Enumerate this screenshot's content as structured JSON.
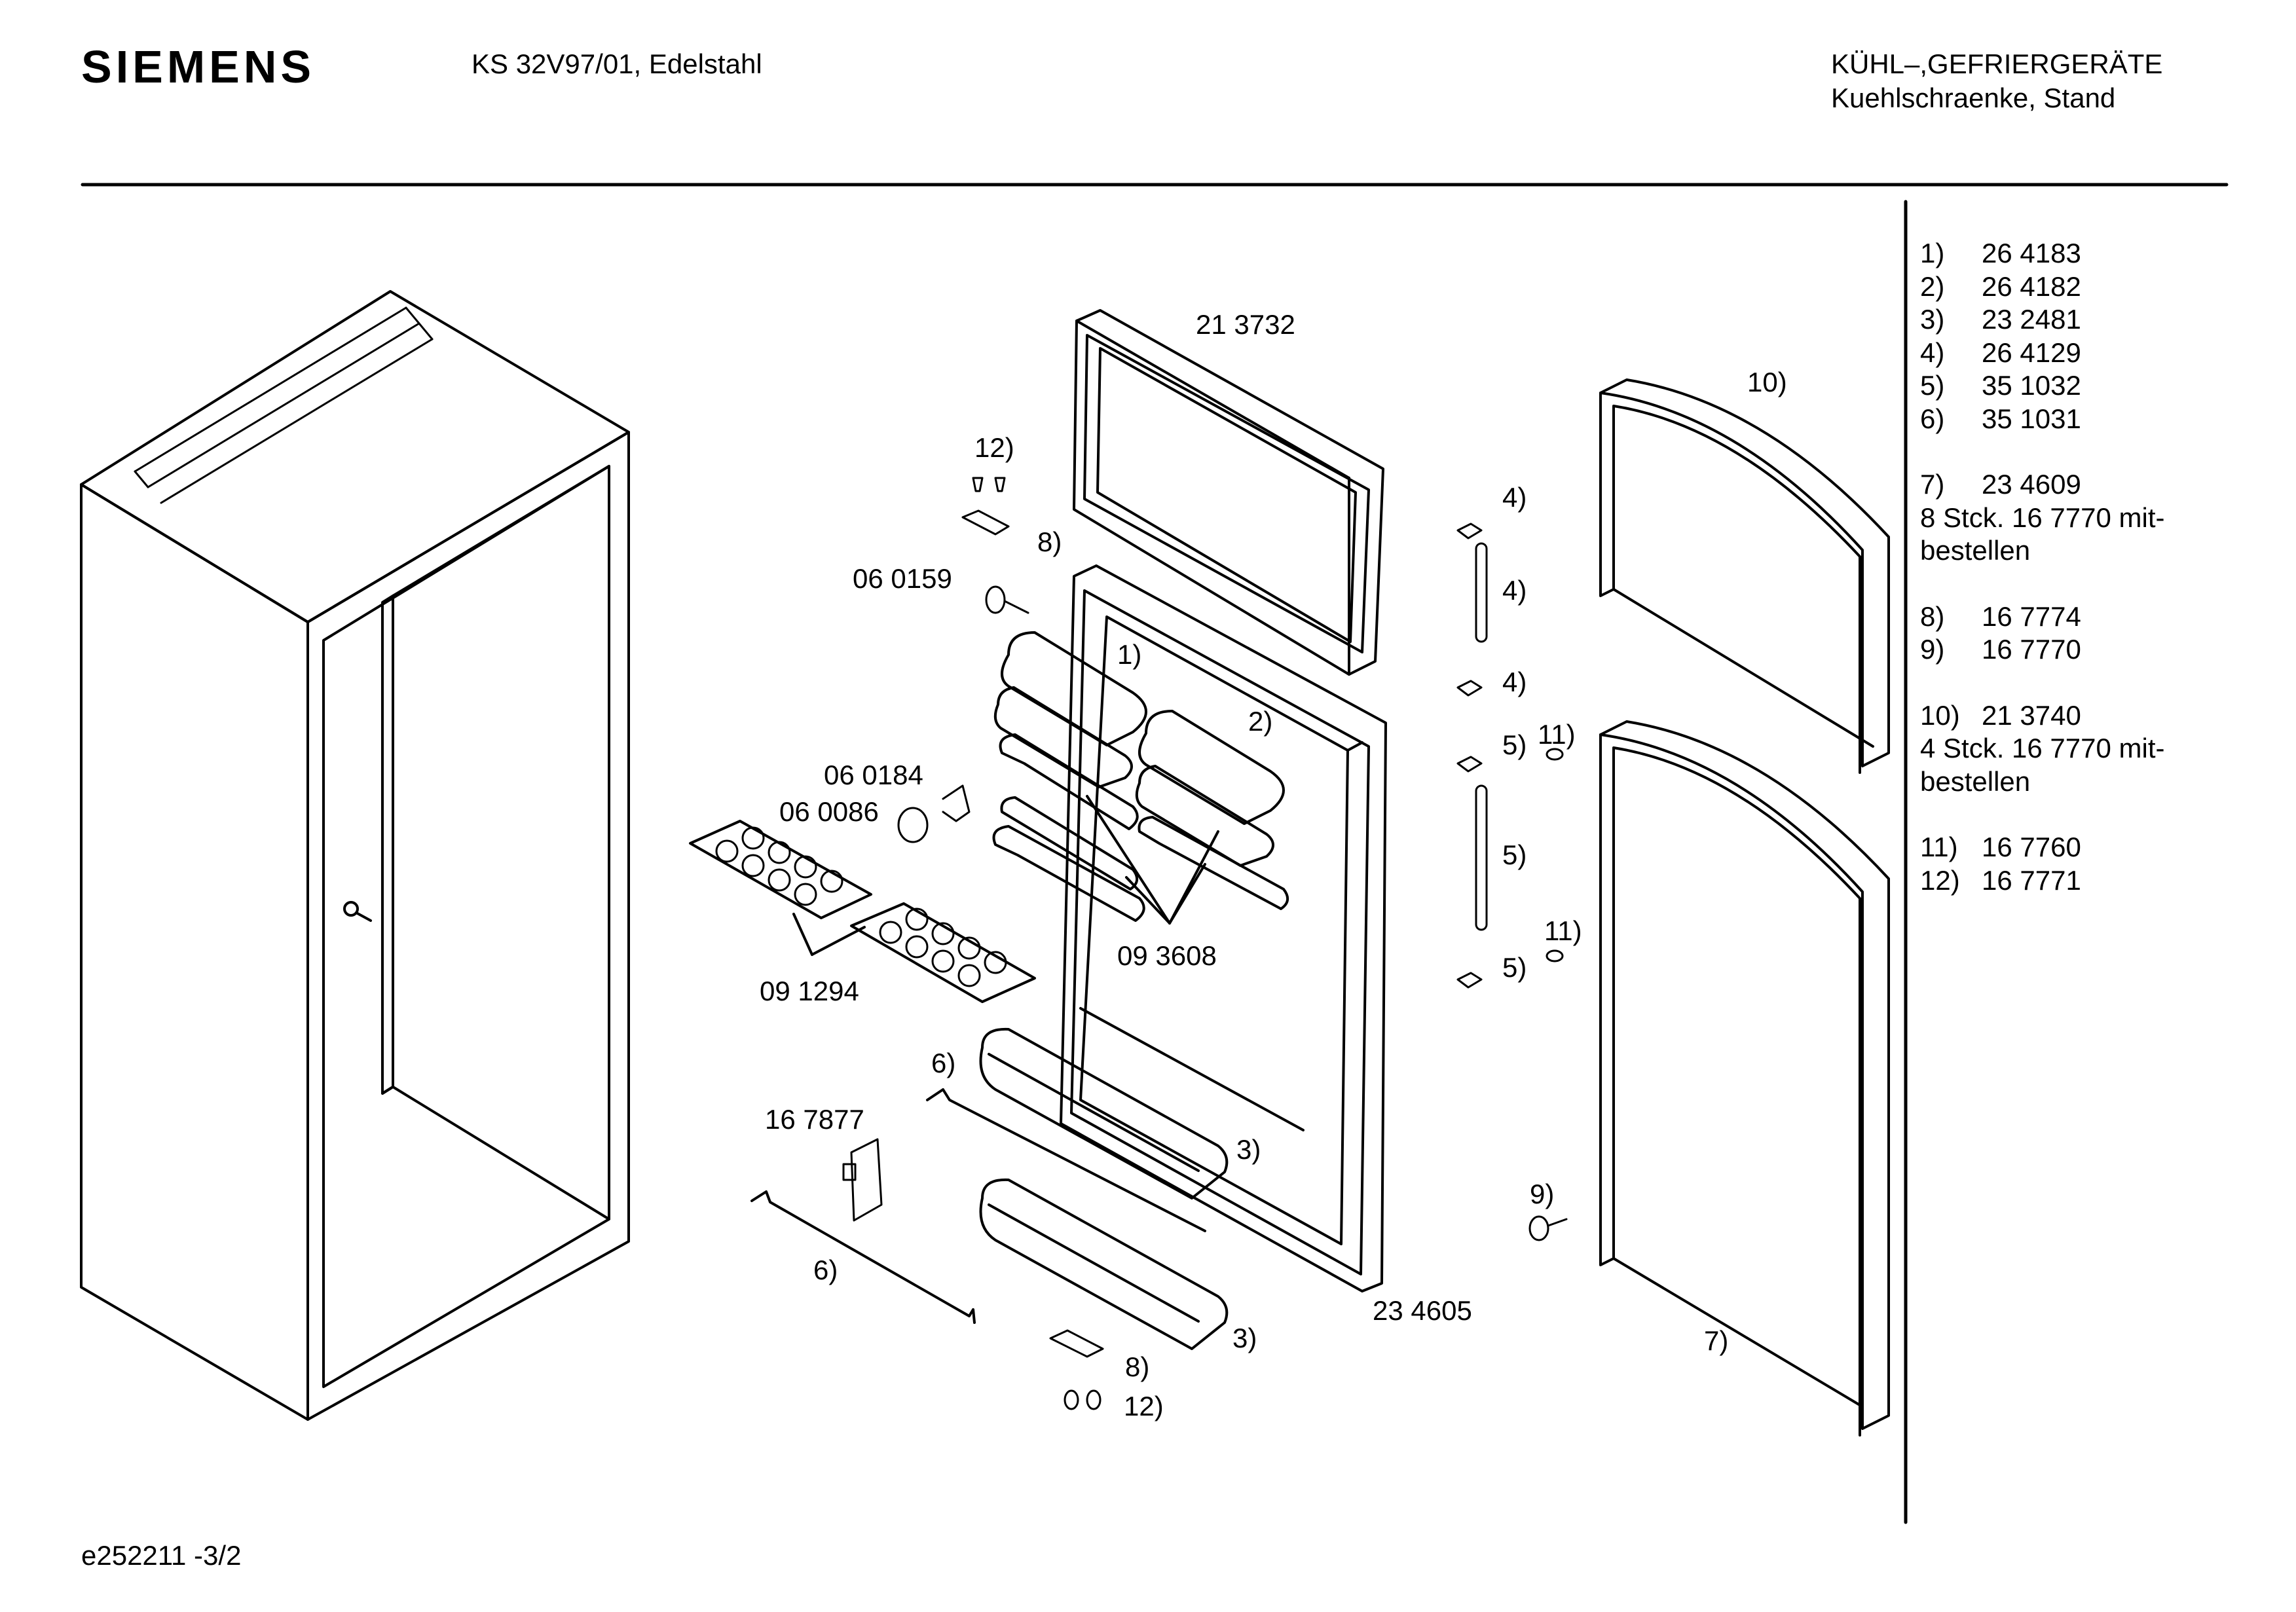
{
  "header": {
    "brand": "SIEMENS",
    "model": "KS 32V97/01, Edelstahl",
    "category_line1": "KÜHL–,GEFRIERGERÄTE",
    "category_line2": "Kuehlschraenke, Stand"
  },
  "footer": {
    "doc_id": "e252211 -3/2"
  },
  "diagram_labels": {
    "part_213732": "21 3732",
    "ref_12_top": "12)",
    "ref_8_top": "8)",
    "part_060159": "06 0159",
    "ref_1": "1)",
    "ref_2": "2)",
    "part_060184": "06 0184",
    "part_060086": "06 0086",
    "part_093608": "09 3608",
    "part_091294": "09 1294",
    "ref_6_top": "6)",
    "part_167877": "16 7877",
    "ref_3_top": "3)",
    "ref_6_bottom": "6)",
    "ref_3_bottom": "3)",
    "ref_8_bottom": "8)",
    "ref_12_bottom": "12)",
    "part_234605": "23 4605",
    "ref_4_a": "4)",
    "ref_4_b": "4)",
    "ref_4_c": "4)",
    "ref_5_a": "5)",
    "ref_5_b": "5)",
    "ref_5_c": "5)",
    "ref_11_a": "11)",
    "ref_11_b": "11)",
    "ref_9": "9)",
    "ref_10": "10)",
    "ref_7": "7)"
  },
  "parts_list": [
    {
      "ref": "1)",
      "text": "26 4183"
    },
    {
      "ref": "2)",
      "text": "26 4182"
    },
    {
      "ref": "3)",
      "text": "23 2481"
    },
    {
      "ref": "4)",
      "text": "26 4129"
    },
    {
      "ref": "5)",
      "text": "35 1032"
    },
    {
      "ref": "6)",
      "text": "35 1031"
    },
    {
      "ref": "7)",
      "text": "23 4609"
    },
    {
      "ref": "",
      "text": "8 Stck. 16 7770 mit-"
    },
    {
      "ref": "",
      "text": "bestellen"
    },
    {
      "ref": "8)",
      "text": "16 7774"
    },
    {
      "ref": "9)",
      "text": "16 7770"
    },
    {
      "ref": "10)",
      "text": "21 3740"
    },
    {
      "ref": "",
      "text": "4 Stck. 16 7770 mit-"
    },
    {
      "ref": "",
      "text": "bestellen"
    },
    {
      "ref": "11)",
      "text": "16 7760"
    },
    {
      "ref": "12)",
      "text": "16 7771"
    }
  ]
}
